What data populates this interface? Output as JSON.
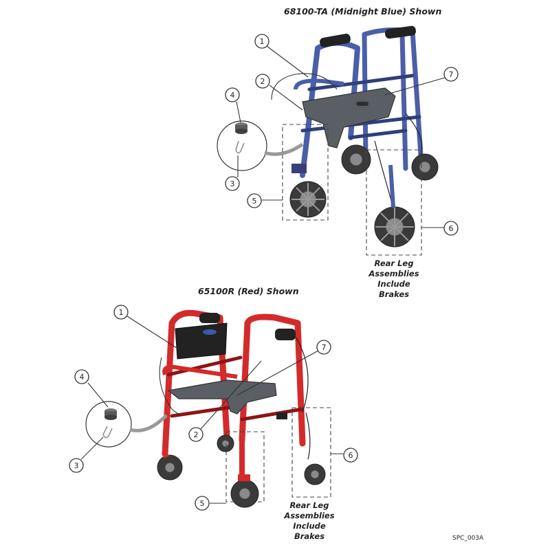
{
  "top": {
    "title": "68100-TA (Midnight Blue) Shown",
    "note_lines": [
      "Rear Leg",
      "Assemblies",
      "Include",
      "Brakes"
    ],
    "frame_color": "#4a5fa8",
    "frame_dark": "#2f3f7a",
    "callouts": [
      "1",
      "2",
      "3",
      "4",
      "5",
      "6",
      "7"
    ]
  },
  "bottom": {
    "title": "65100R (Red) Shown",
    "note_lines": [
      "Rear Leg",
      "Assemblies",
      "Include",
      "Brakes"
    ],
    "frame_color": "#d42a2a",
    "frame_dark": "#8e1414",
    "callouts": [
      "1",
      "2",
      "3",
      "4",
      "5",
      "6",
      "7"
    ]
  },
  "footer_code": "SPC_003A",
  "parts": {
    "seat_color": "#5a5f66",
    "handle_color": "#222222",
    "wheel_color": "#3a3a3a",
    "hub_color": "#8a8a8a"
  }
}
